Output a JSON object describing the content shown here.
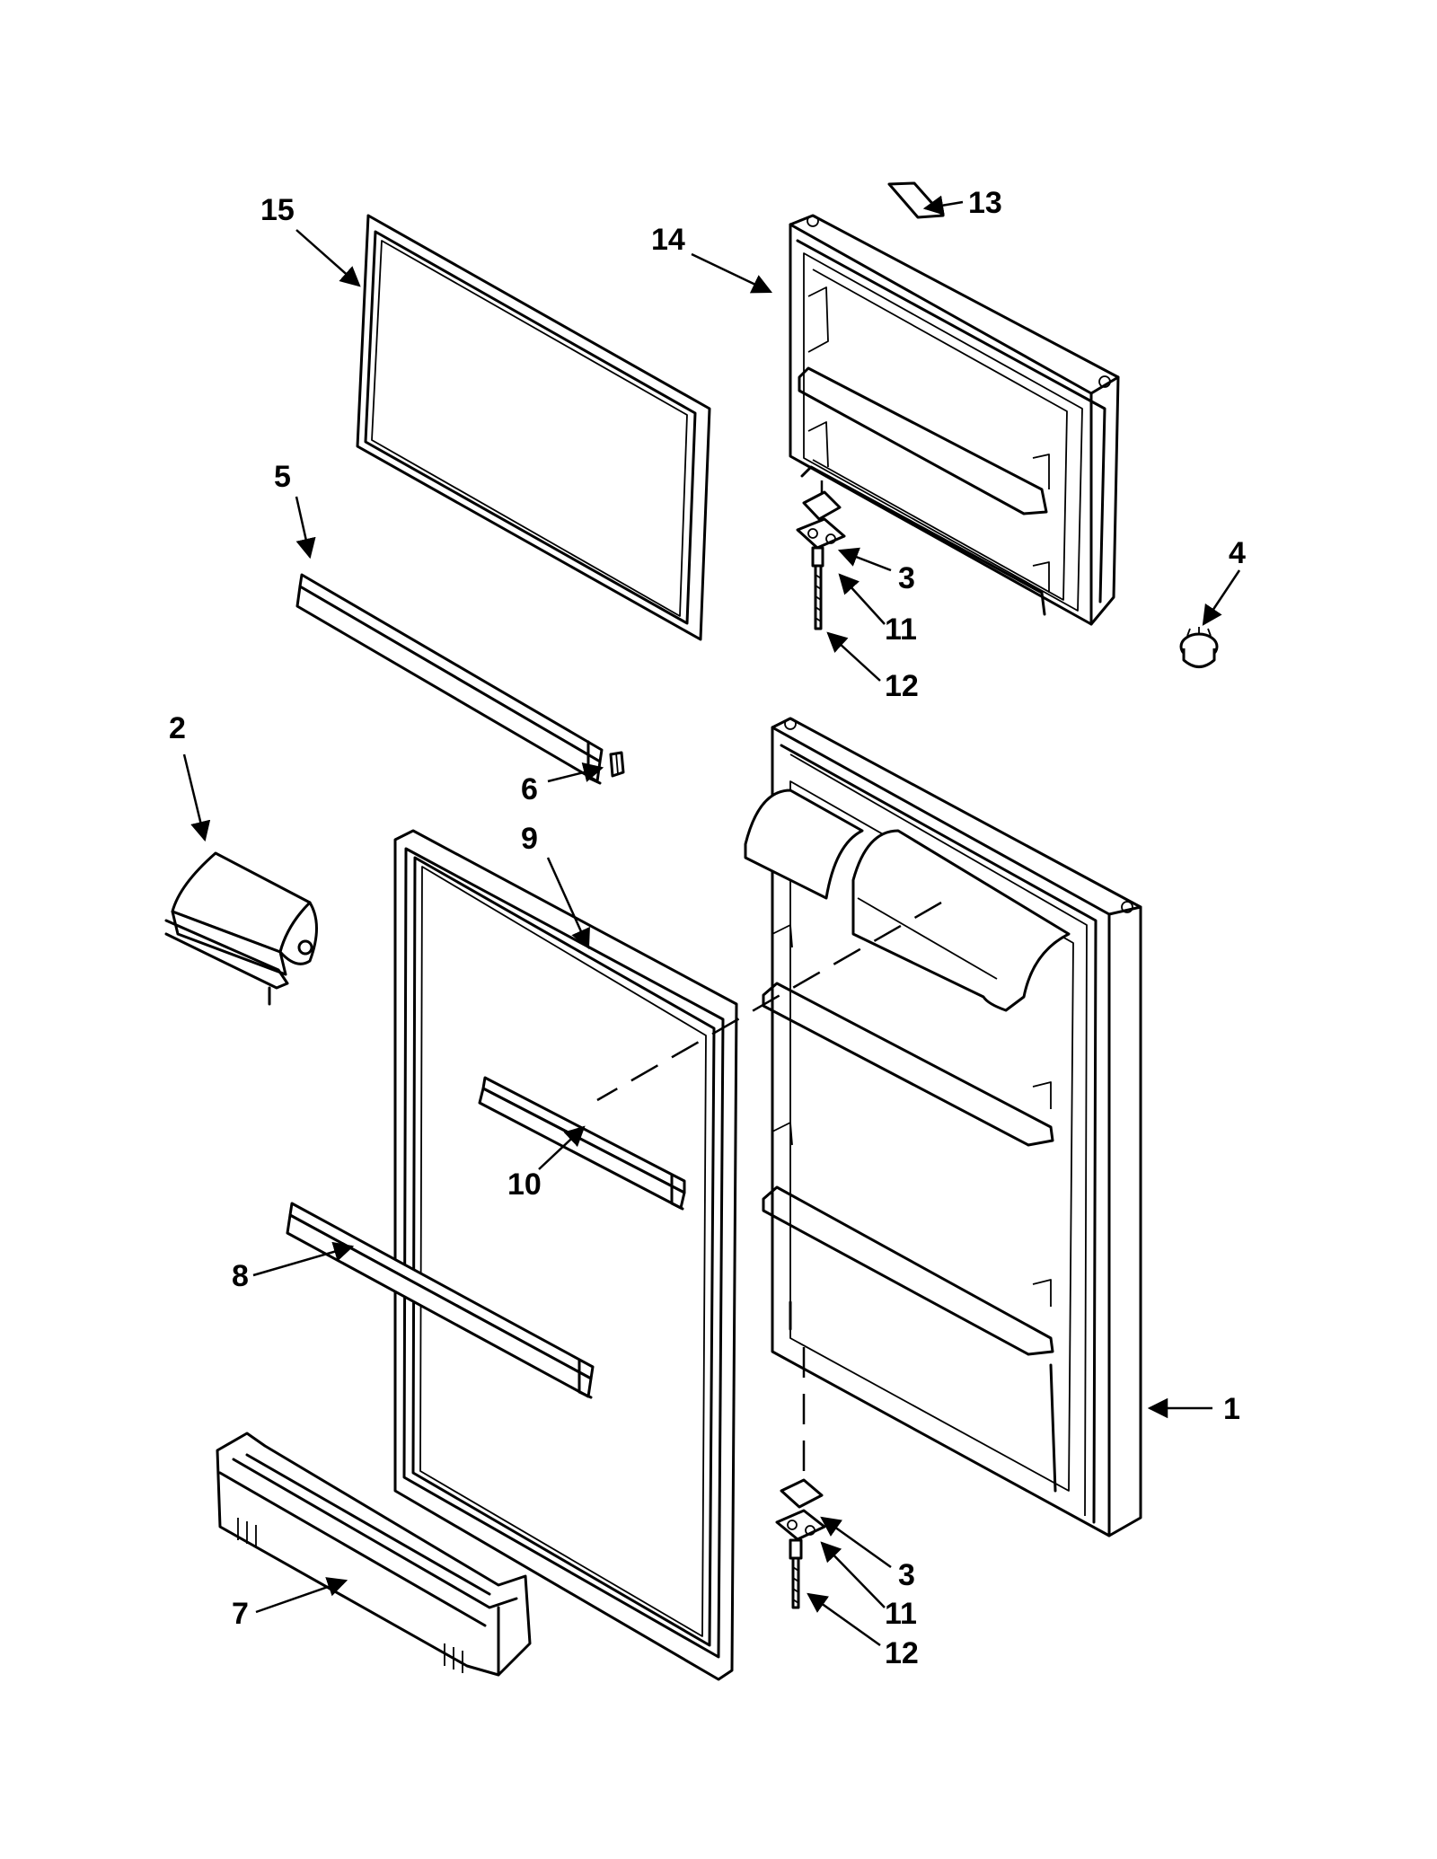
{
  "diagram": {
    "callouts": [
      {
        "id": "c1",
        "label": "1"
      },
      {
        "id": "c2",
        "label": "2"
      },
      {
        "id": "c3a",
        "label": "3"
      },
      {
        "id": "c3b",
        "label": "3"
      },
      {
        "id": "c4",
        "label": "4"
      },
      {
        "id": "c5",
        "label": "5"
      },
      {
        "id": "c6",
        "label": "6"
      },
      {
        "id": "c7",
        "label": "7"
      },
      {
        "id": "c8",
        "label": "8"
      },
      {
        "id": "c9",
        "label": "9"
      },
      {
        "id": "c10",
        "label": "10"
      },
      {
        "id": "c11a",
        "label": "11"
      },
      {
        "id": "c11b",
        "label": "11"
      },
      {
        "id": "c12a",
        "label": "12"
      },
      {
        "id": "c12b",
        "label": "12"
      },
      {
        "id": "c13",
        "label": "13"
      },
      {
        "id": "c14",
        "label": "14"
      },
      {
        "id": "c15",
        "label": "15"
      }
    ]
  }
}
